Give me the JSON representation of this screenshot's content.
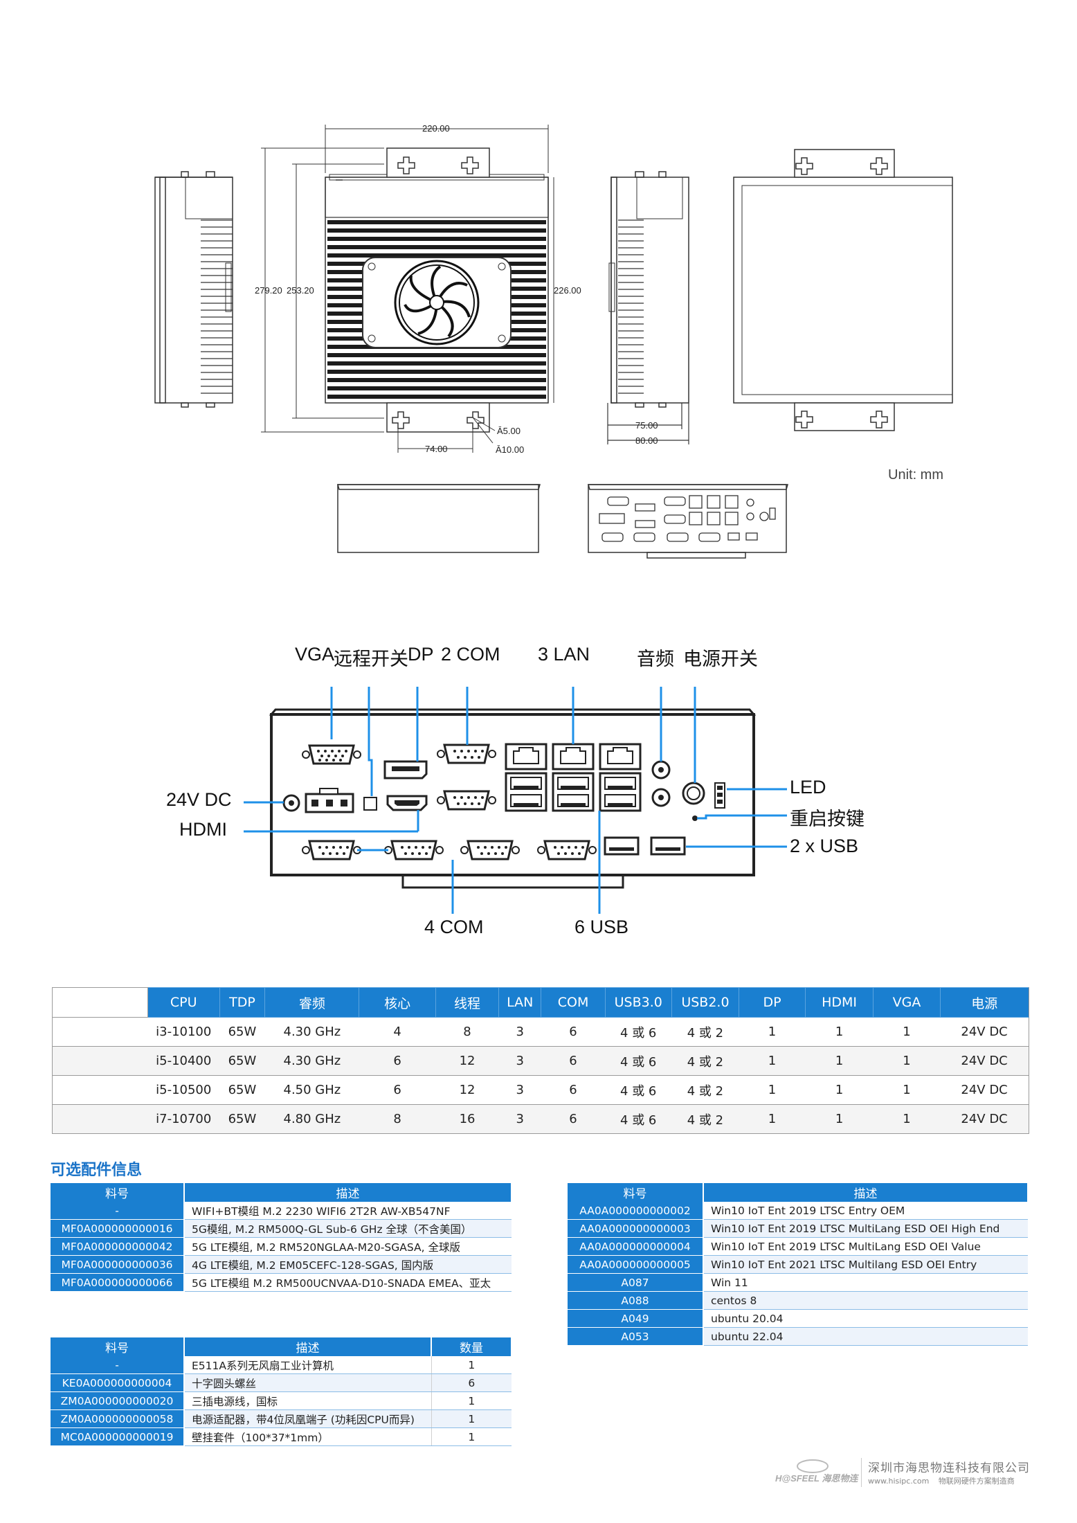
{
  "drawing": {
    "dims": {
      "width_top": "220.00",
      "height_total": "279.20",
      "height_inner": "253.20",
      "height_body": "226.00",
      "mount_spacing": "74.00",
      "hole_small": "Ā5.00",
      "hole_large": "Ā10.00",
      "side_a": "75.00",
      "side_b": "80.00"
    },
    "unit": "Unit: mm"
  },
  "io_labels": {
    "vga": "VGA",
    "remote_switch": "远程开关",
    "dp": "DP",
    "com2": "2 COM",
    "lan3": "3 LAN",
    "audio": "音频",
    "power_switch": "电源开关",
    "dc24": "24V DC",
    "hdmi": "HDMI",
    "led": "LED",
    "reset": "重启按键",
    "usb2": "2 x USB",
    "com4": "4 COM",
    "usb6": "6 USB"
  },
  "spec_table": {
    "headers": [
      "CPU",
      "TDP",
      "睿频",
      "核心",
      "线程",
      "LAN",
      "COM",
      "USB3.0",
      "USB2.0",
      "DP",
      "HDMI",
      "VGA",
      "电源"
    ],
    "rows": [
      [
        "i3-10100",
        "65W",
        "4.30 GHz",
        "4",
        "8",
        "3",
        "6",
        "4 或 6",
        "4 或 2",
        "1",
        "1",
        "1",
        "24V DC"
      ],
      [
        "i5-10400",
        "65W",
        "4.30 GHz",
        "6",
        "12",
        "3",
        "6",
        "4 或 6",
        "4 或 2",
        "1",
        "1",
        "1",
        "24V DC"
      ],
      [
        "i5-10500",
        "65W",
        "4.50 GHz",
        "6",
        "12",
        "3",
        "6",
        "4 或 6",
        "4 或 2",
        "1",
        "1",
        "1",
        "24V DC"
      ],
      [
        "i7-10700",
        "65W",
        "4.80 GHz",
        "8",
        "16",
        "3",
        "6",
        "4 或 6",
        "4 或 2",
        "1",
        "1",
        "1",
        "24V DC"
      ]
    ]
  },
  "optional_title": "可选配件信息",
  "modules_table": {
    "headers": [
      "料号",
      "描述"
    ],
    "rows": [
      [
        "-",
        "WIFI+BT模组 M.2 2230 WIFI6 2T2R AW-XB547NF"
      ],
      [
        "MF0A000000000016",
        "5G模组, M.2 RM500Q-GL Sub-6 GHz 全球（不含美国）"
      ],
      [
        "MF0A000000000042",
        "5G LTE模组, M.2 RM520NGLAA-M20-SGASA, 全球版"
      ],
      [
        "MF0A000000000036",
        "4G LTE模组, M.2 EM05CEFC-128-SGAS, 国内版"
      ],
      [
        "MF0A000000000066",
        "5G LTE模组 M.2 RM500UCNVAA-D10-SNADA EMEA、亚太"
      ]
    ]
  },
  "os_table": {
    "headers": [
      "料号",
      "描述"
    ],
    "rows": [
      [
        "AA0A000000000002",
        "Win10 IoT Ent 2019 LTSC Entry OEM"
      ],
      [
        "AA0A000000000003",
        "Win10 IoT Ent 2019 LTSC MultiLang ESD OEI High End"
      ],
      [
        "AA0A000000000004",
        "Win10 IoT Ent 2019 LTSC MultiLang ESD OEI Value"
      ],
      [
        "AA0A000000000005",
        "Win10 IoT Ent 2021 LTSC Multilang ESD OEI Entry"
      ],
      [
        "A087",
        "Win 11"
      ],
      [
        "A088",
        "centos 8"
      ],
      [
        "A049",
        "ubuntu 20.04"
      ],
      [
        "A053",
        "ubuntu 22.04"
      ]
    ]
  },
  "package_table": {
    "headers": [
      "料号",
      "描述",
      "数量"
    ],
    "rows": [
      [
        "-",
        "E511A系列无风扇工业计算机",
        "1"
      ],
      [
        "KE0A000000000004",
        "十字圆头螺丝",
        "6"
      ],
      [
        "ZM0A000000000020",
        "三插电源线，国标",
        "1"
      ],
      [
        "ZM0A000000000058",
        "电源适配器，带4位凤凰端子 (功耗因CPU而异)",
        "1"
      ],
      [
        "MC0A000000000019",
        "壁挂套件（100*37*1mm）",
        "1"
      ]
    ]
  },
  "footer": {
    "logo_text": "H@SFEEL 海思物连",
    "company": "深圳市海思物连科技有限公司",
    "url": "www.hisipc.com",
    "slogan": "物联网硬件方案制造商"
  },
  "colors": {
    "accent": "#1a7fd0",
    "callout": "#1e90e8"
  }
}
